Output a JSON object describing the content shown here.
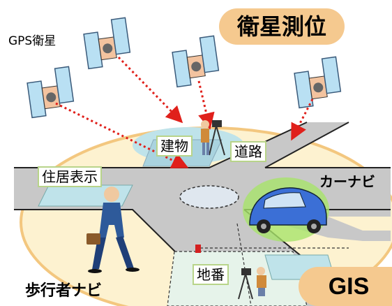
{
  "title": "衛星測位",
  "gis_label": "GIS",
  "labels": {
    "gps": "GPS衛星",
    "building": "建物",
    "road": "道路",
    "address": "住居表示",
    "car_navi": "カーナビ",
    "parcel": "地番",
    "walker_navi": "歩行者ナビ"
  },
  "colors": {
    "ellipse_fill": "#fdf2d0",
    "ellipse_stroke": "#f3c77f",
    "road": "#c8c8c8",
    "signal_arrow": "#e0201b",
    "car": "#3b6fd6",
    "pill": "#f5c98f"
  }
}
